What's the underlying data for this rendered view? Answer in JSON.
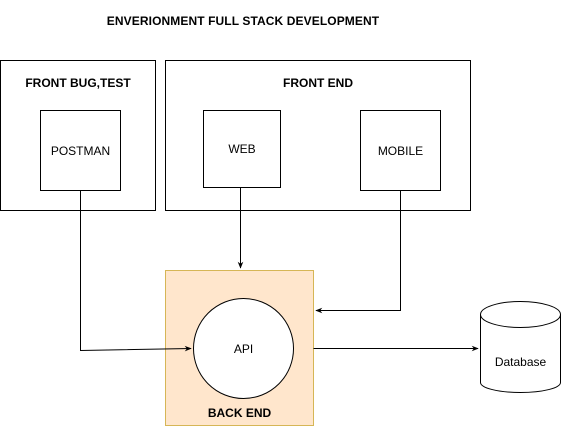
{
  "title": "ENVERIONMENT  FULL STACK DEVELOPMENT",
  "groups": {
    "front_bug_test": {
      "label": "FRONT BUG,TEST"
    },
    "front_end": {
      "label": "FRONT END"
    },
    "back_end": {
      "label": "BACK END",
      "fill": "#ffe6cc",
      "stroke": "#d6b656"
    }
  },
  "nodes": {
    "postman": {
      "label": "POSTMAN"
    },
    "web": {
      "label": "WEB"
    },
    "mobile": {
      "label": "MOBILE"
    },
    "api": {
      "label": "API"
    },
    "database": {
      "label": "Database"
    }
  },
  "colors": {
    "stroke": "#000000",
    "background": "#ffffff"
  }
}
